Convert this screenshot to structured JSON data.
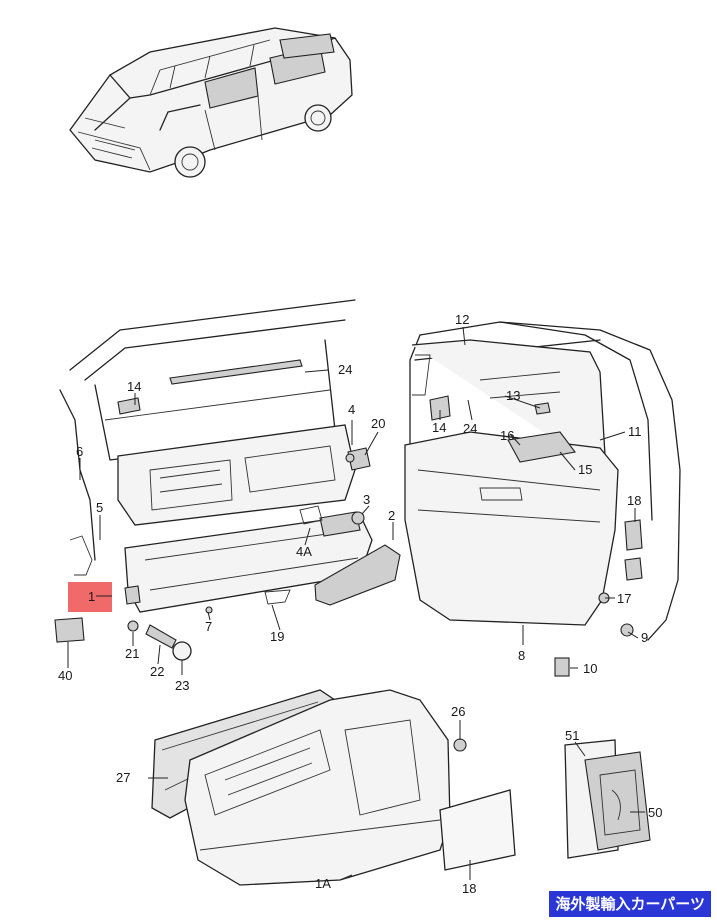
{
  "labels": {
    "p24a": "24",
    "p14a": "14",
    "p4": "4",
    "p20": "20",
    "p6": "6",
    "p5": "5",
    "p1": "1",
    "p3": "3",
    "p2": "2",
    "p4A": "4A",
    "p7": "7",
    "p19": "19",
    "p21": "21",
    "p22": "22",
    "p23": "23",
    "p40": "40",
    "p12": "12",
    "p13": "13",
    "p11": "11",
    "p14b": "14",
    "p24b": "24",
    "p16": "16",
    "p15": "15",
    "p18a": "18",
    "p17": "17",
    "p9": "9",
    "p8": "8",
    "p10": "10",
    "p26": "26",
    "p27": "27",
    "p51": "51",
    "p50": "50",
    "p1A": "1A",
    "p18b": "18"
  },
  "watermark": "海外製輸入カーパーツ",
  "colors": {
    "highlight": "#f06a6a",
    "watermark_bg": "#2a36d6",
    "line": "#222222"
  }
}
